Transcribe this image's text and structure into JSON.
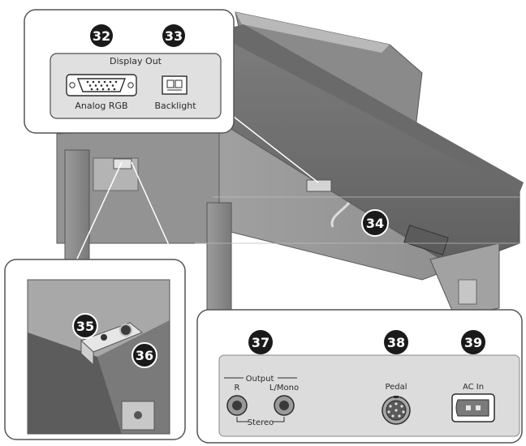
{
  "callouts": {
    "n32": "32",
    "n33": "33",
    "n34": "34",
    "n35": "35",
    "n36": "36",
    "n37": "37",
    "n38": "38",
    "n39": "39"
  },
  "display_out": {
    "title": "Display Out",
    "analog_rgb": "Analog RGB",
    "backlight": "Backlight"
  },
  "output": {
    "title": "Output",
    "r": "R",
    "l_mono": "L/Mono",
    "stereo": "Stereo"
  },
  "pedal": {
    "label": "Pedal"
  },
  "ac_in": {
    "label": "AC In"
  },
  "colors": {
    "callout_fill": "#1a1a1a",
    "panel_fill": "#dcdcdc",
    "piano_body": "#8c8c8c"
  },
  "icons": [
    "vga-connector-icon",
    "backlight-connector-icon",
    "phone-jack-icon",
    "din-pedal-connector-icon",
    "ac-inlet-icon"
  ]
}
